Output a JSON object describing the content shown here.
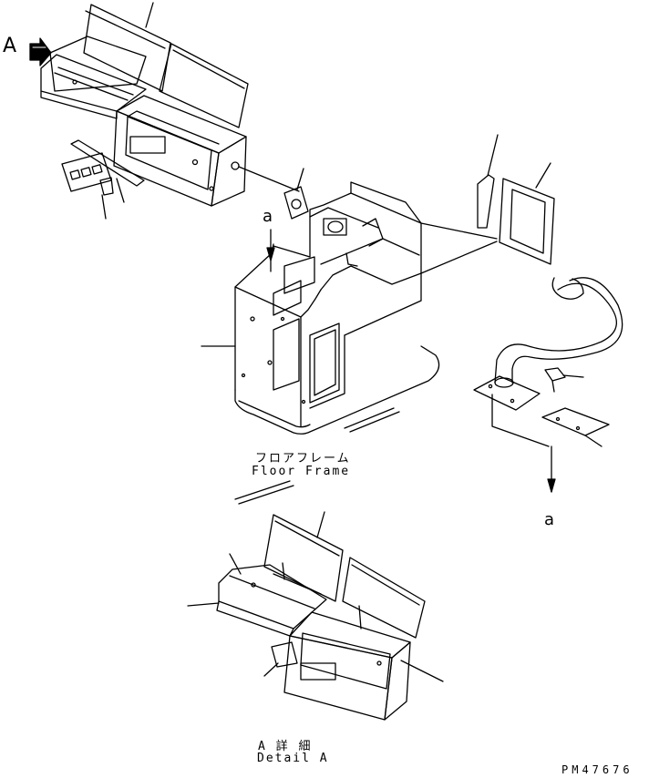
{
  "view_label": "A",
  "pointer_label": "a",
  "floor_frame": {
    "jp": "フロアフレーム",
    "en": "Floor Frame"
  },
  "detail": {
    "jp": "A 詳 細",
    "en": "Detail A"
  },
  "drawing_code": "PM47676",
  "colors": {
    "line": "#000000",
    "background": "#ffffff"
  }
}
